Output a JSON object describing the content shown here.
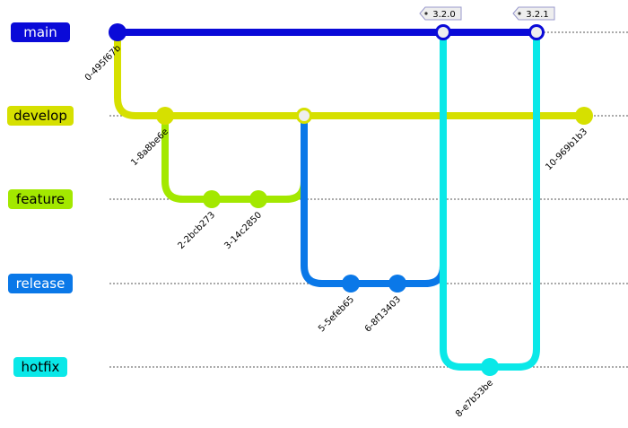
{
  "branches": [
    {
      "name": "main",
      "color": "#0a0ad8",
      "text_color": "#ffffff"
    },
    {
      "name": "develop",
      "color": "#d6e000",
      "text_color": "#000000"
    },
    {
      "name": "feature",
      "color": "#a3e800",
      "text_color": "#000000"
    },
    {
      "name": "release",
      "color": "#0a78e8",
      "text_color": "#ffffff"
    },
    {
      "name": "hotfix",
      "color": "#0ae8e8",
      "text_color": "#000000"
    }
  ],
  "commits": [
    {
      "id": "0-495f67b",
      "branch": "main",
      "type": "normal"
    },
    {
      "id": "1-8a8be6e",
      "branch": "develop",
      "type": "normal"
    },
    {
      "id": "2-2bcb273",
      "branch": "feature",
      "type": "normal"
    },
    {
      "id": "3-14c2850",
      "branch": "feature",
      "type": "normal"
    },
    {
      "id": "",
      "branch": "develop",
      "type": "merge"
    },
    {
      "id": "5-5efeb65",
      "branch": "release",
      "type": "normal"
    },
    {
      "id": "6-8f13403",
      "branch": "release",
      "type": "normal"
    },
    {
      "id": "",
      "branch": "main",
      "type": "merge",
      "tag": "3.2.0"
    },
    {
      "id": "8-e7b53be",
      "branch": "hotfix",
      "type": "normal"
    },
    {
      "id": "",
      "branch": "main",
      "type": "merge",
      "tag": "3.2.1"
    },
    {
      "id": "10-969b1b3",
      "branch": "develop",
      "type": "normal"
    }
  ]
}
